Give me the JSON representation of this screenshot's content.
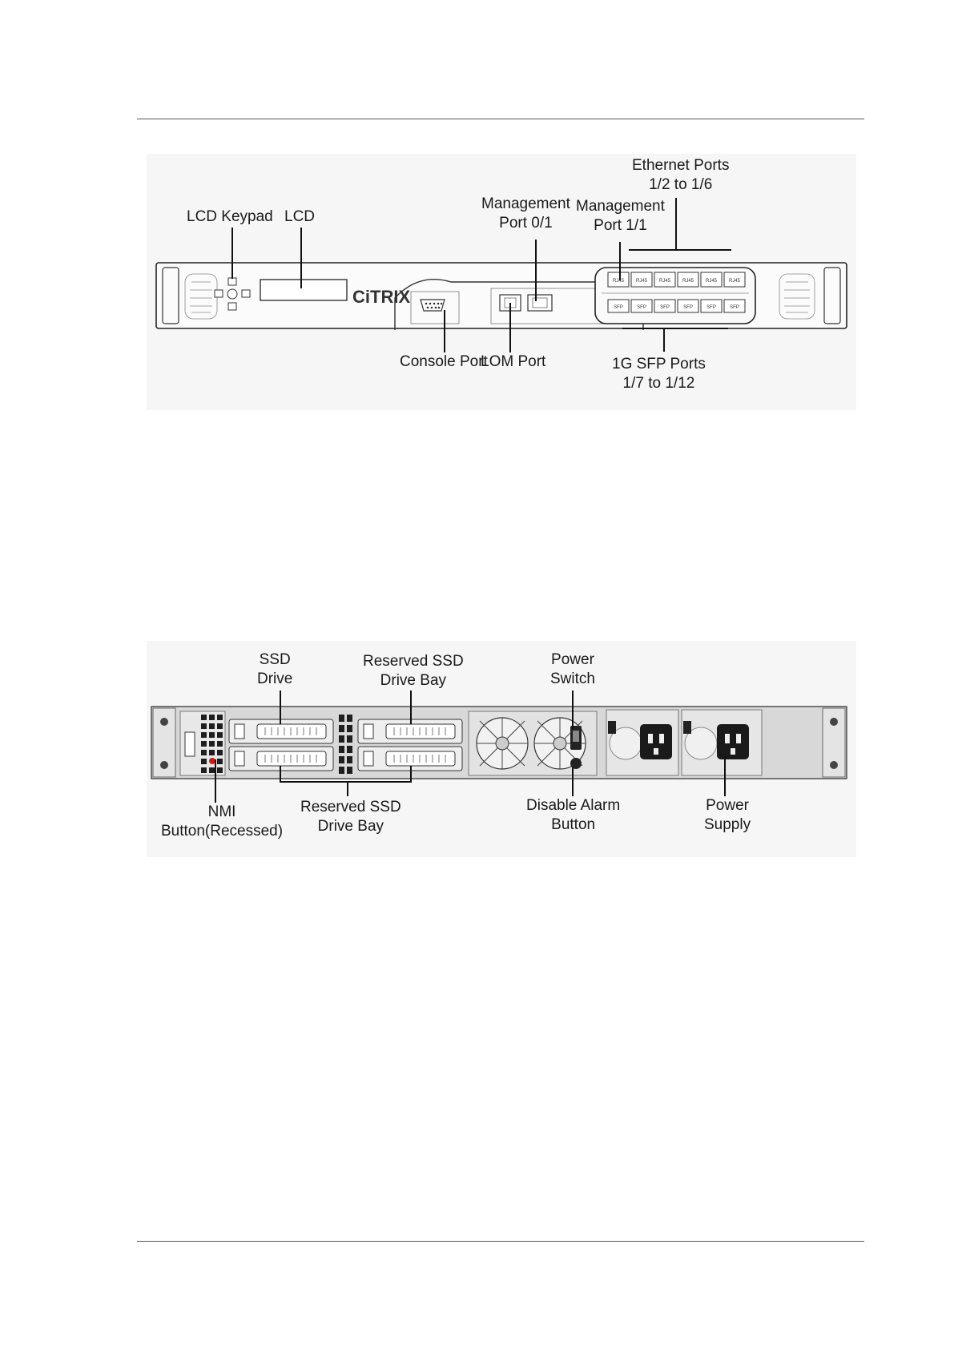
{
  "front_panel": {
    "brand": "CiTRIX",
    "port_rj45": "RJ45",
    "port_sfp": "SFP",
    "labels": {
      "lcd_keypad": "LCD Keypad",
      "lcd": "LCD",
      "mgmt_0_1": [
        "Management",
        "Port 0/1"
      ],
      "mgmt_1_1": [
        "Management",
        "Port 1/1"
      ],
      "ethernet": [
        "Ethernet Ports",
        "1/2 to 1/6"
      ],
      "console": "Console Port",
      "lom": "LOM Port",
      "sfp": [
        "1G SFP Ports",
        "1/7 to 1/12"
      ]
    }
  },
  "back_panel": {
    "labels": {
      "ssd_drive": [
        "SSD",
        "Drive"
      ],
      "reserved_top": [
        "Reserved SSD",
        "Drive Bay"
      ],
      "power_switch": [
        "Power",
        "Switch"
      ],
      "nmi": [
        "NMI",
        "Button(Recessed)"
      ],
      "reserved_bottom": [
        "Reserved SSD",
        "Drive Bay"
      ],
      "disable_alarm": [
        "Disable Alarm",
        "Button"
      ],
      "power_supply": [
        "Power",
        "Supply"
      ]
    }
  }
}
